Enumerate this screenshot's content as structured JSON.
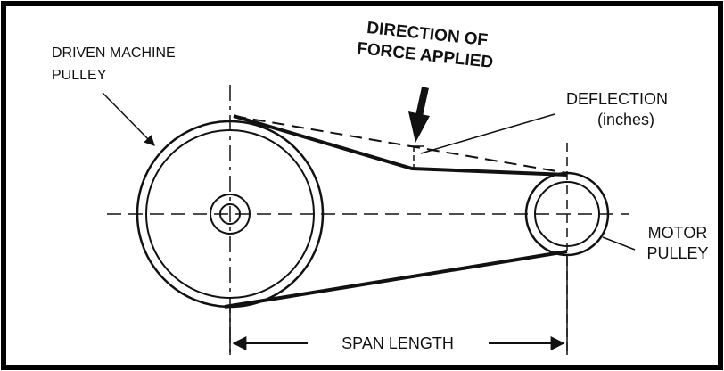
{
  "labels": {
    "driven_pulley_line1": "DRIVEN MACHINE",
    "driven_pulley_line2": "PULLEY",
    "force_line1": "DIRECTION OF",
    "force_line2": "FORCE APPLIED",
    "deflection_line1": "DEFLECTION",
    "deflection_line2": "(inches)",
    "motor_line1": "MOTOR",
    "motor_line2": "PULLEY",
    "span_length": "SPAN LENGTH"
  },
  "colors": {
    "ink": "#111111",
    "frame": "#000000",
    "background": "#ffffff"
  }
}
